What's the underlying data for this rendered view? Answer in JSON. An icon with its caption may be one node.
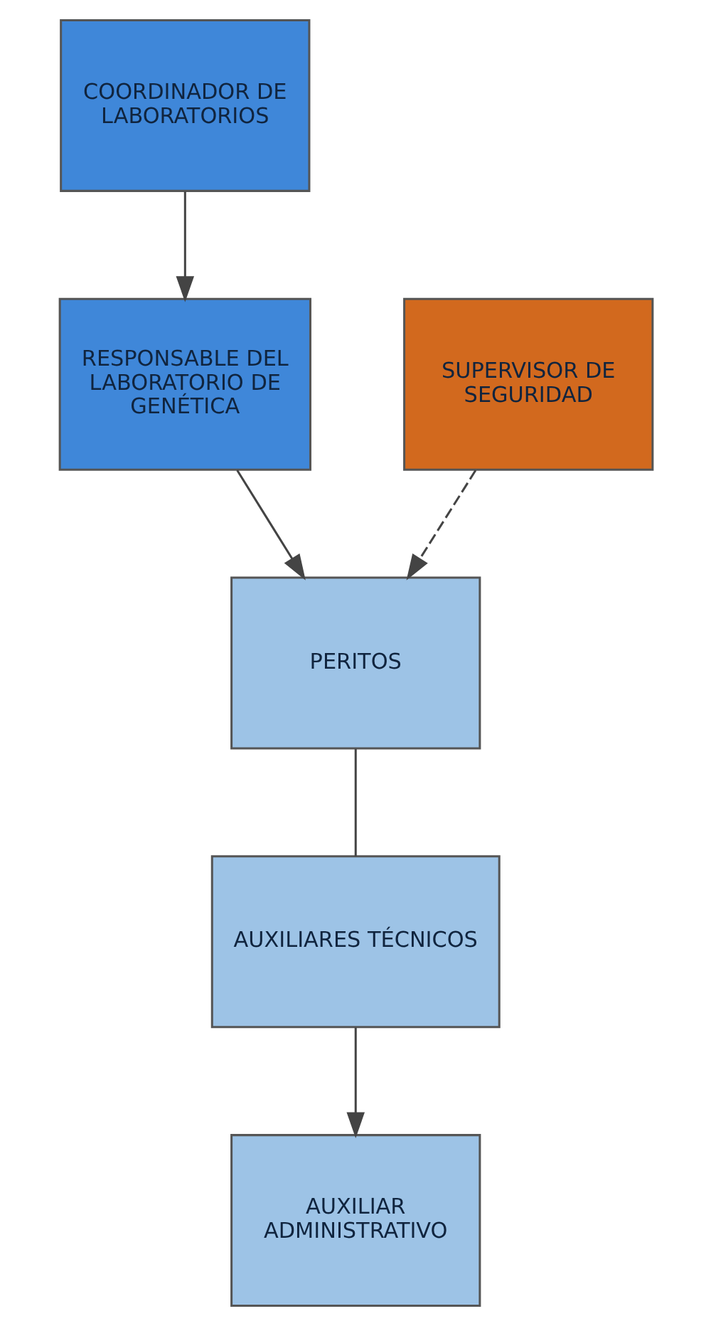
{
  "diagram": {
    "nodes": [
      {
        "text": [
          "COORDINADOR DE LABORATORIOS"
        ]
      },
      {
        "text": [
          "RESPONSABLE DEL LABORATORIO DE GENÉTICA"
        ]
      },
      {
        "text": [
          "SUPERVISOR DE SEGURIDAD"
        ]
      },
      {
        "text": [
          "PERITOS"
        ]
      },
      {
        "text": [
          "AUXILIARES TÉCNICOS"
        ]
      },
      {
        "text": [
          "AUXILIAR ADMINISTRATIVO"
        ]
      }
    ],
    "edges": [
      {
        "from": 0,
        "to": 1,
        "arrow": "to"
      },
      {
        "from": 1,
        "to": 3,
        "arrow": "to"
      },
      {
        "from": 2,
        "to": 3,
        "arrow": "to",
        "style": "dashed"
      },
      {
        "from": 3,
        "to": 4,
        "arrow": "none"
      },
      {
        "from": 4,
        "to": 5,
        "arrow": "to"
      }
    ]
  }
}
